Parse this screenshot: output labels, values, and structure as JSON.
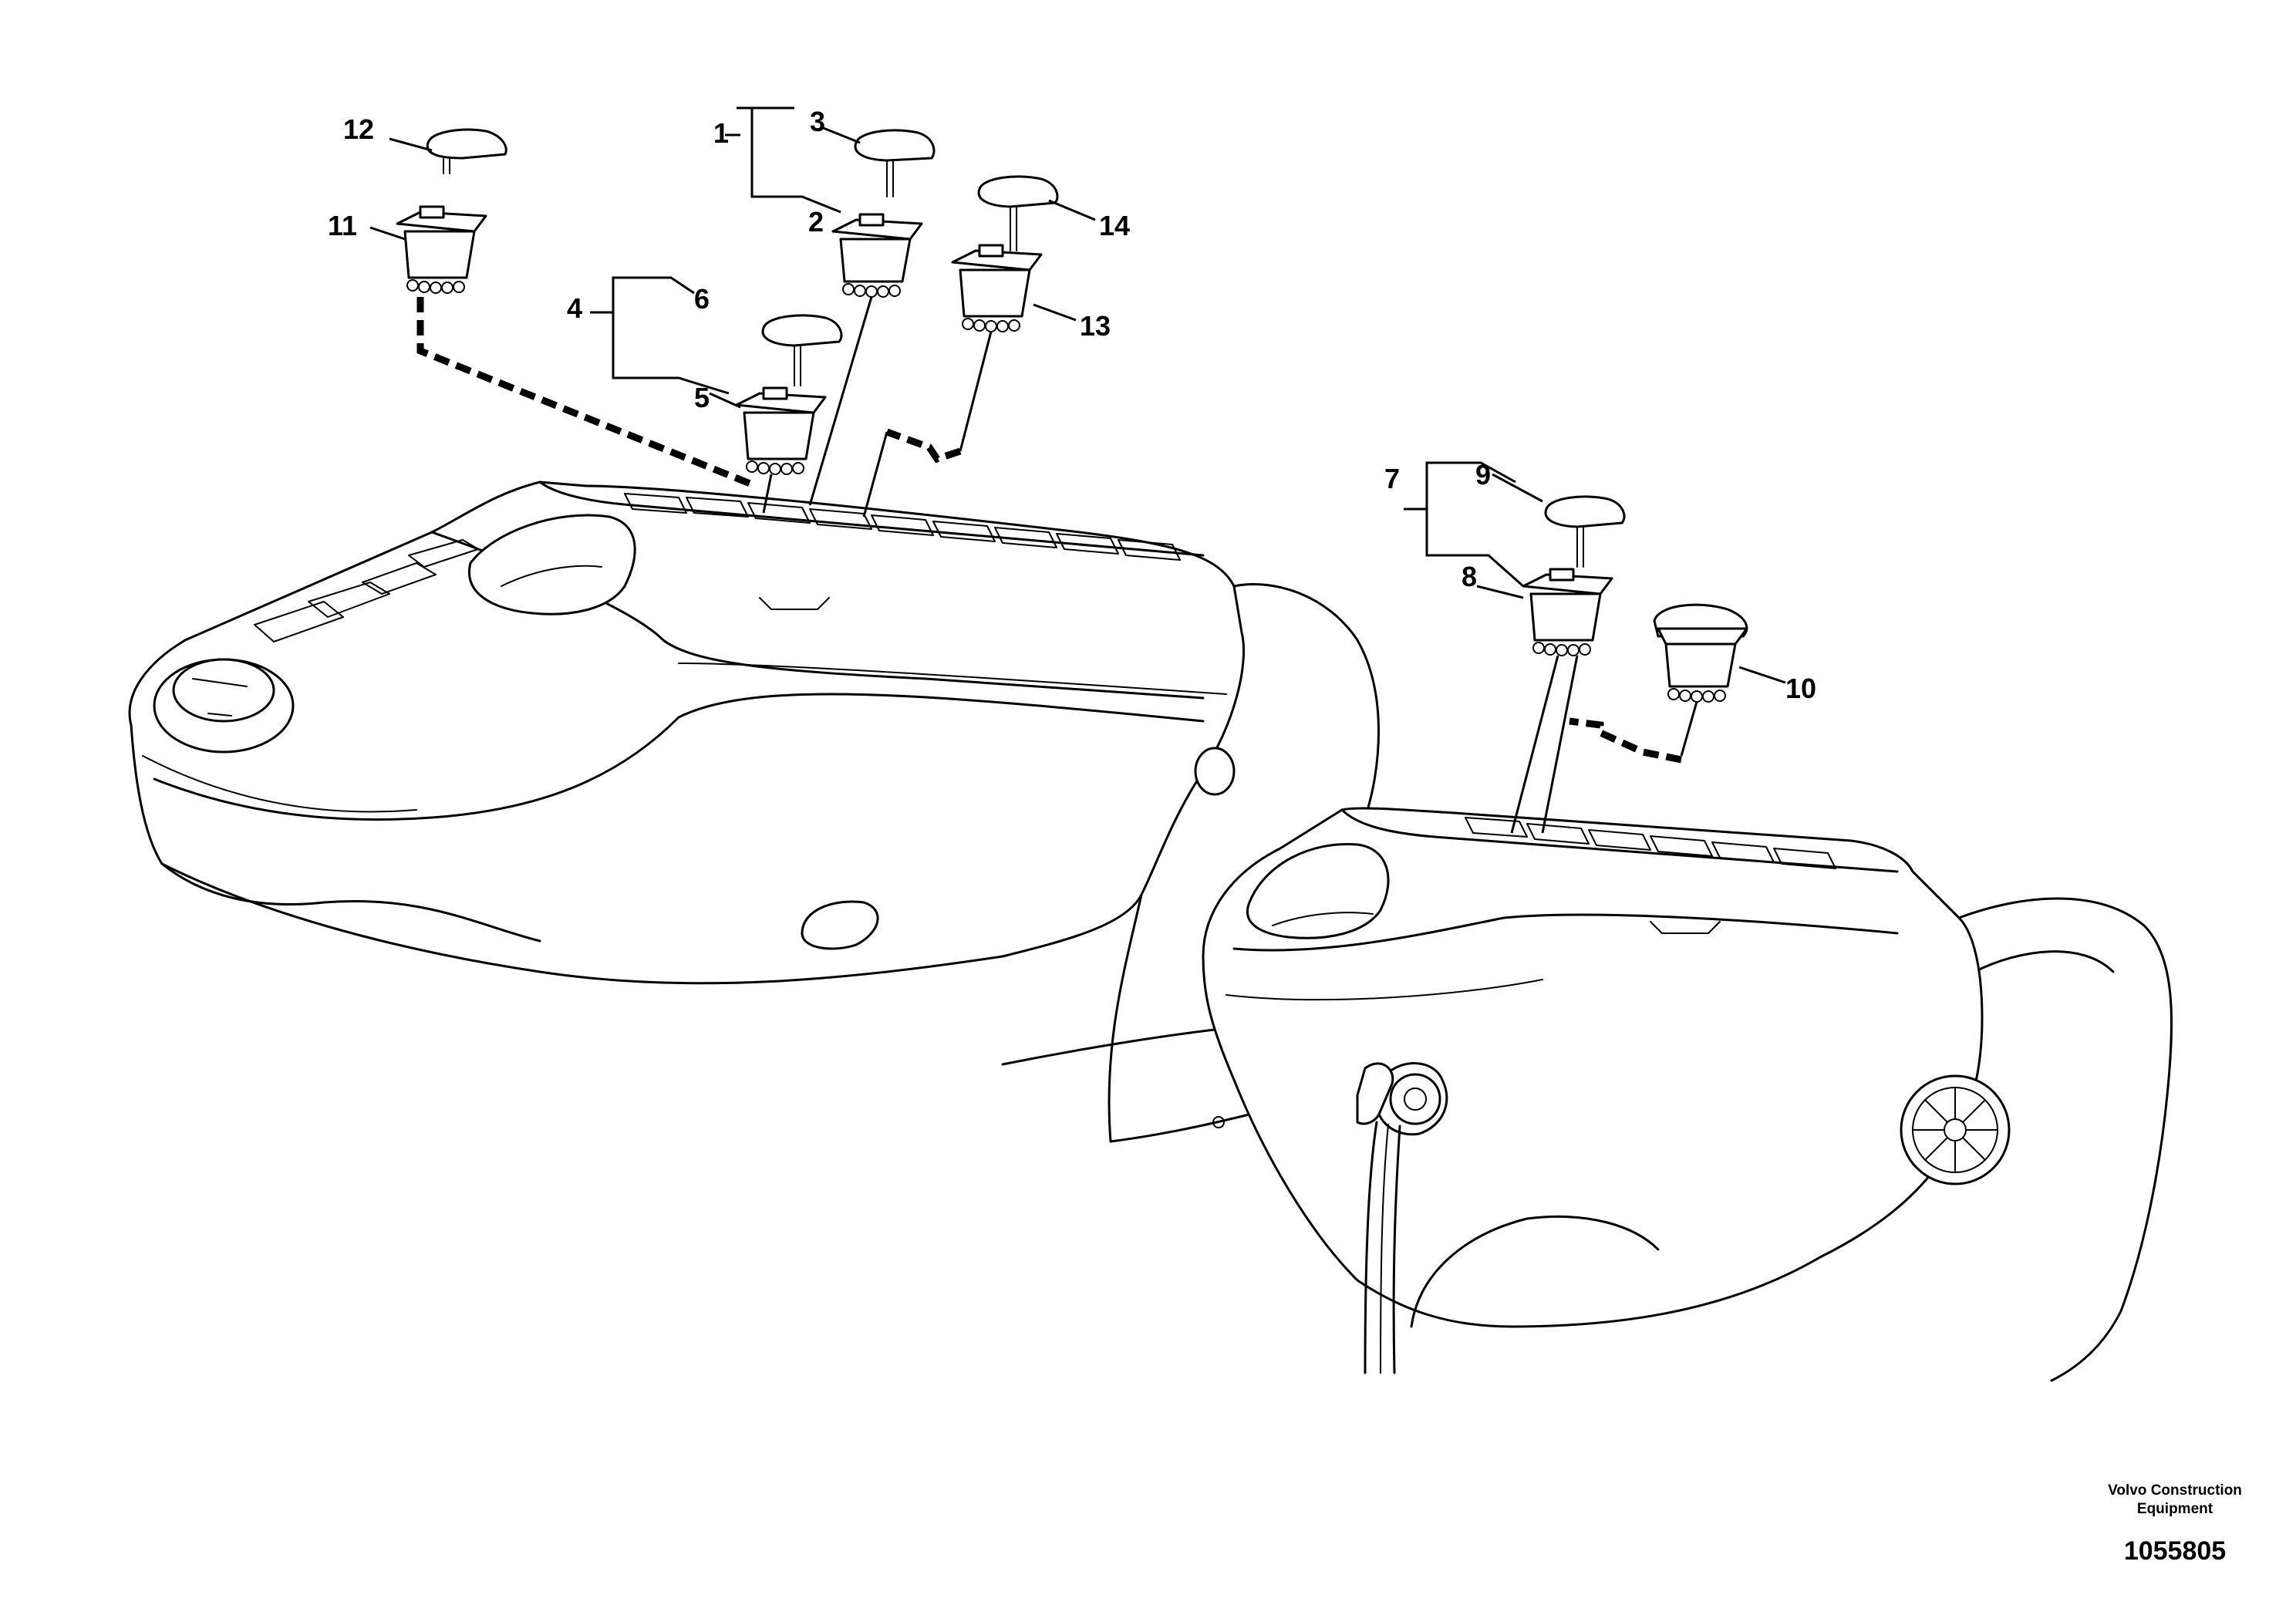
{
  "callouts": [
    {
      "id": "1",
      "label": "1"
    },
    {
      "id": "2",
      "label": "2"
    },
    {
      "id": "3",
      "label": "3"
    },
    {
      "id": "4",
      "label": "4"
    },
    {
      "id": "5",
      "label": "5"
    },
    {
      "id": "6",
      "label": "6"
    },
    {
      "id": "7",
      "label": "7"
    },
    {
      "id": "8",
      "label": "8"
    },
    {
      "id": "9",
      "label": "9"
    },
    {
      "id": "10",
      "label": "10"
    },
    {
      "id": "11",
      "label": "11"
    },
    {
      "id": "12",
      "label": "12"
    },
    {
      "id": "13",
      "label": "13"
    },
    {
      "id": "14",
      "label": "14"
    }
  ],
  "credit": {
    "line1": "Volvo Construction",
    "line2": "Equipment",
    "document_number": "1055805"
  }
}
